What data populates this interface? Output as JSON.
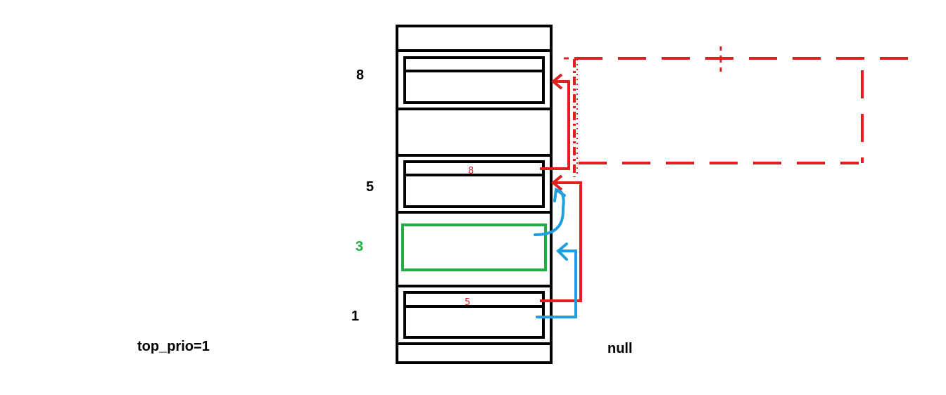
{
  "labels": {
    "priority_8": "8",
    "priority_5": "5",
    "priority_3": "3",
    "priority_1": "1",
    "top_prio": "top_prio=1",
    "null_label": "null"
  },
  "slot_notes": {
    "slot_5_note": "8",
    "slot_1_note": "5"
  },
  "colors": {
    "stack_outline": "#000000",
    "red_links": "#e02020",
    "blue_links": "#1ea0e0",
    "new_node": "#22aa44",
    "highlight_label": "#22aa44"
  }
}
